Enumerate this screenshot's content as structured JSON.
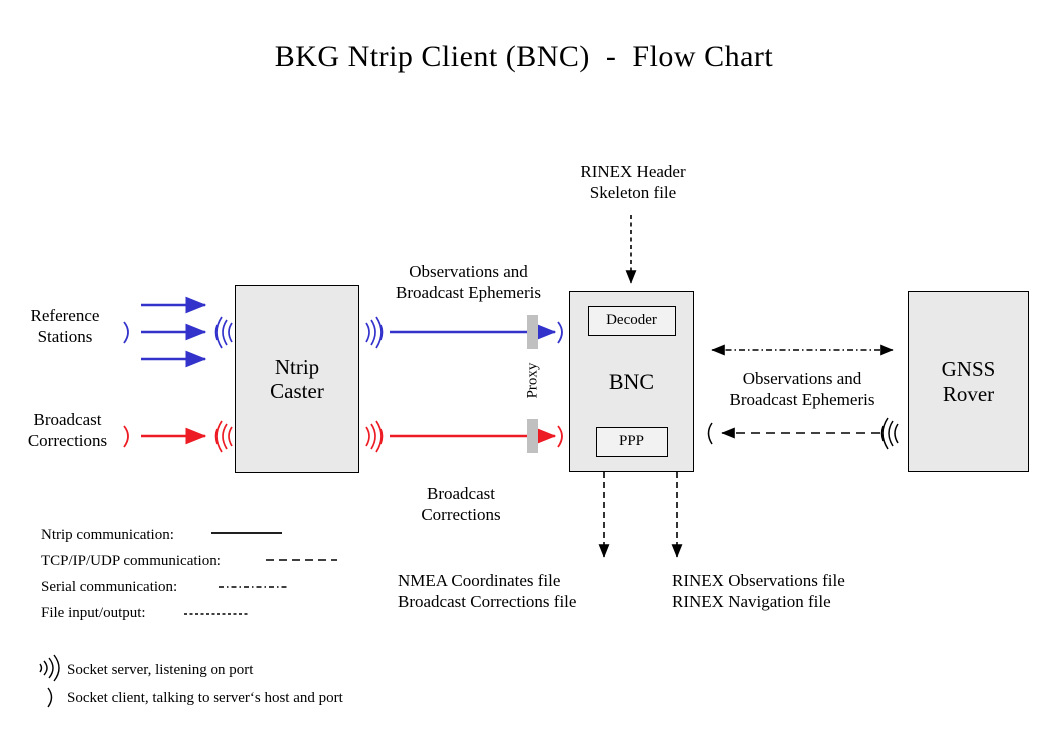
{
  "title": "BKG Ntrip Client (BNC)  -  Flow Chart",
  "colors": {
    "ntrip_blue": "#3333CC",
    "broadcast_red": "#ED1C24",
    "box_fill": "#E9E9E9",
    "inner_box_fill": "#F2F2F2",
    "proxy_bar": "#C0C0C0",
    "stroke": "#000000"
  },
  "nodes": {
    "reference_stations": {
      "label": "Reference\nStations"
    },
    "broadcast_corrections_source": {
      "label": "Broadcast\nCorrections"
    },
    "ntrip_caster": {
      "label": "Ntrip\nCaster"
    },
    "bnc": {
      "label": "BNC",
      "decoder": "Decoder",
      "ppp": "PPP"
    },
    "gnss_rover": {
      "label": "GNSS\nRover"
    },
    "proxy": {
      "label": "Proxy"
    }
  },
  "edge_labels": {
    "caster_to_bnc_top": "Observations and\nBroadcast Ephemeris",
    "caster_to_bnc_bottom": "Broadcast\nCorrections",
    "rinex_header_skeleton": "RINEX Header\nSkeleton file",
    "bnc_to_rover": "Observations and\nBroadcast Ephemeris",
    "bnc_output_left": "NMEA Coordinates file\nBroadcast Corrections file",
    "bnc_output_right": "RINEX Observations file\nRINEX Navigation file"
  },
  "legend": {
    "lines": [
      {
        "label": "Ntrip communication:",
        "style": "solid"
      },
      {
        "label": "TCP/IP/UDP communication:",
        "style": "dashed"
      },
      {
        "label": "Serial communication:",
        "style": "dash-dot"
      },
      {
        "label": "File input/output:",
        "style": "dotted"
      }
    ],
    "sockets": [
      {
        "icon": "socket-server-icon",
        "label": "Socket server, listening on port"
      },
      {
        "icon": "socket-client-icon",
        "label": "Socket client, talking to server‘s host and port"
      }
    ]
  }
}
